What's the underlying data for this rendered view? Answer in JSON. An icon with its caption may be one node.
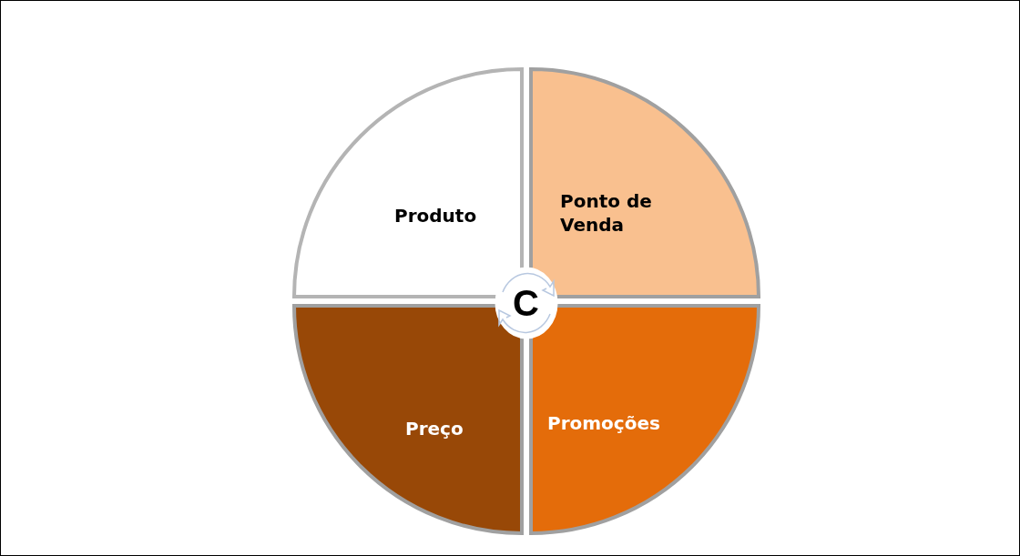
{
  "diagram": {
    "nodes": [
      {
        "text": [
          "Produto"
        ]
      },
      {
        "text": [
          "Ponto de Venda"
        ]
      },
      {
        "text": [
          "C"
        ]
      },
      {
        "text": [
          "Preço"
        ]
      },
      {
        "text": [
          "Promoções"
        ]
      }
    ]
  }
}
